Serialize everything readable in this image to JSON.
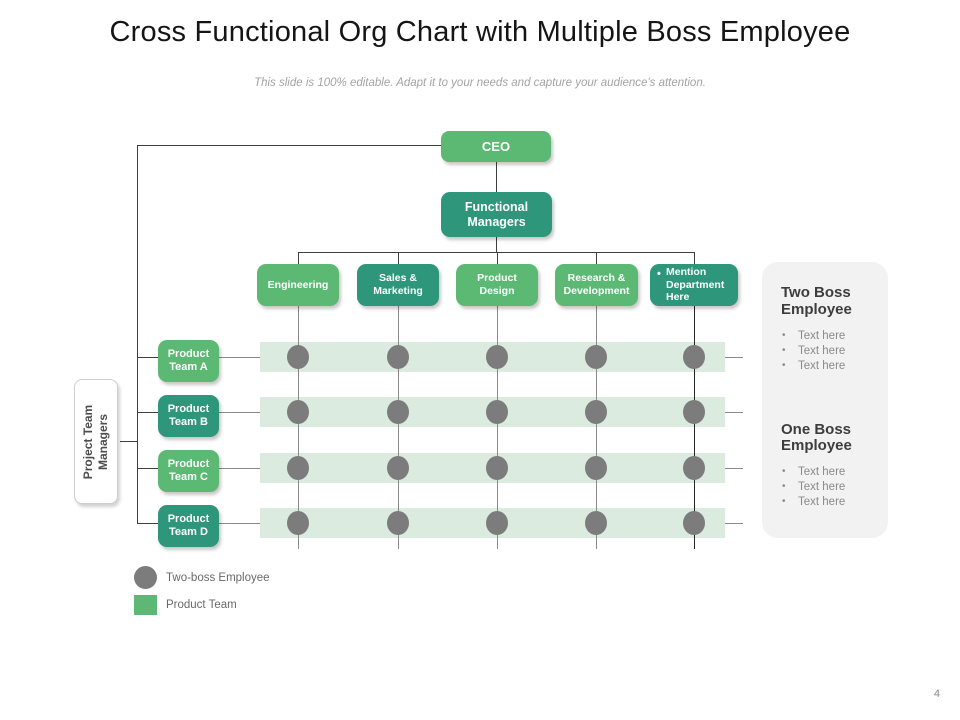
{
  "slide": {
    "title": "Cross Functional Org Chart with Multiple Boss Employee",
    "subtitle": "This slide is 100% editable. Adapt it to your needs and capture your audience's attention.",
    "page_number": "4"
  },
  "colors": {
    "light_green": "#5cb974",
    "dark_teal": "#2e967b",
    "row_band": "#dcebe0",
    "dot_gray": "#7c7c7c",
    "panel_bg": "#f2f2f2"
  },
  "org": {
    "ceo": {
      "label": "CEO"
    },
    "functional_managers": {
      "label": "Functional Managers"
    },
    "departments": [
      {
        "label": "Engineering",
        "tone": "light"
      },
      {
        "label": "Sales & Marketing",
        "tone": "dark"
      },
      {
        "label": "Product Design",
        "tone": "light"
      },
      {
        "label": "Research & Development",
        "tone": "light"
      },
      {
        "label": "Mention Department Here",
        "tone": "dark",
        "bulleted": true
      }
    ],
    "project_team_managers": {
      "label": "Project Team Managers"
    },
    "product_teams": [
      {
        "label": "Product Team A",
        "tone": "light"
      },
      {
        "label": "Product Team B",
        "tone": "dark"
      },
      {
        "label": "Product Team C",
        "tone": "light"
      },
      {
        "label": "Product Team D",
        "tone": "dark"
      }
    ]
  },
  "matrix": {
    "rows": 4,
    "columns": 5,
    "dot_meaning": "Two-boss Employee"
  },
  "side_panel": {
    "sections": [
      {
        "heading": "Two Boss Employee",
        "bullets": [
          "Text here",
          "Text here",
          "Text here"
        ]
      },
      {
        "heading": "One Boss Employee",
        "bullets": [
          "Text here",
          "Text here",
          "Text here"
        ]
      }
    ]
  },
  "legend": [
    {
      "symbol": "circle",
      "label": "Two-boss Employee"
    },
    {
      "symbol": "square",
      "label": "Product Team"
    }
  ]
}
